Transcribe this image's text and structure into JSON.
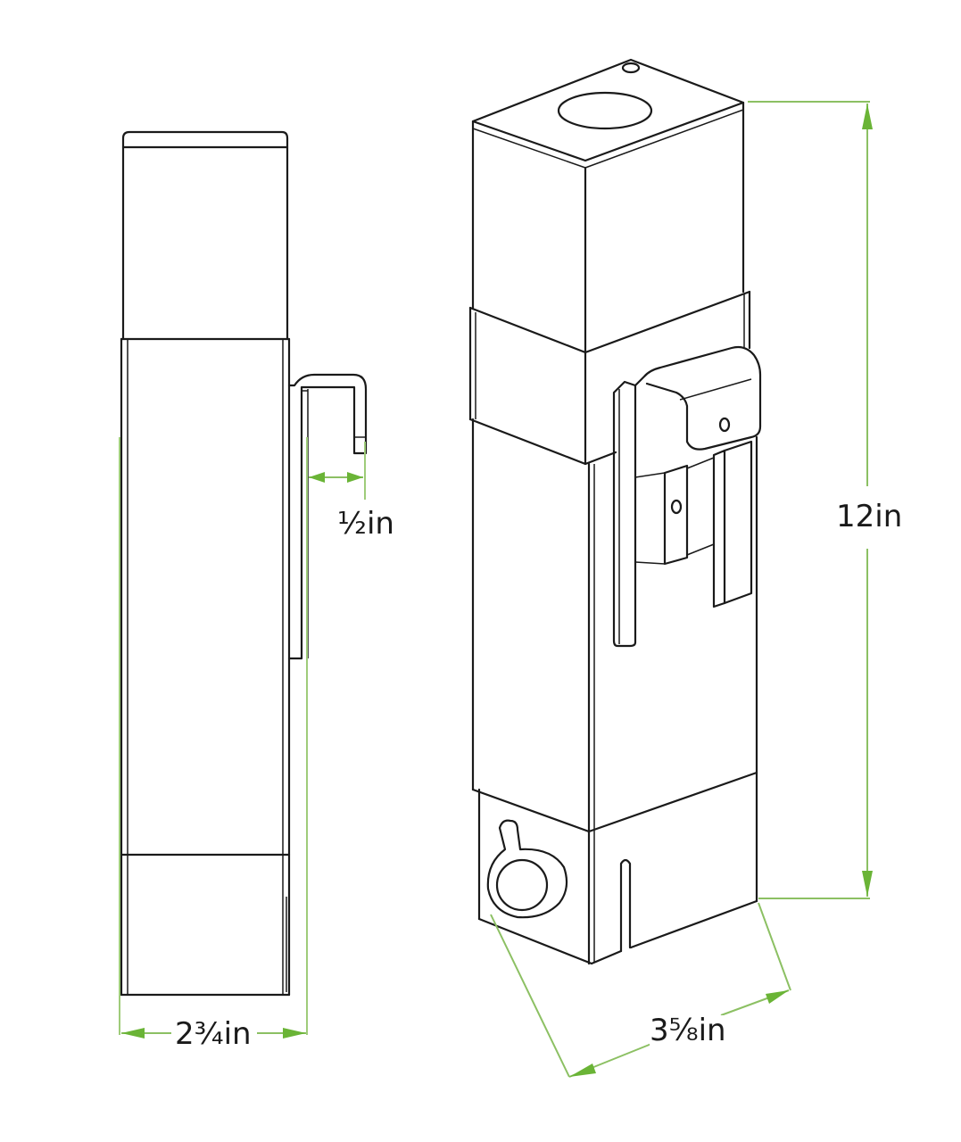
{
  "diagram": {
    "title": "",
    "views": [
      {
        "name": "side-view",
        "description": "Side elevation with hanging hook"
      },
      {
        "name": "isometric-view",
        "description": "Isometric view of square column with clip bracket and keyhole slot"
      }
    ],
    "dimensions": {
      "hook_depth": {
        "label": "½in",
        "value": 0.5,
        "unit": "in"
      },
      "side_width": {
        "label": "2¾in",
        "value": 2.75,
        "unit": "in"
      },
      "height": {
        "label": "12in",
        "value": 12,
        "unit": "in"
      },
      "face_width": {
        "label": "3⅝in",
        "value": 3.625,
        "unit": "in"
      }
    },
    "colors": {
      "outline": "#1a1a1a",
      "dimension_line": "#8cc063",
      "arrowhead": "#6ab436",
      "background": "#ffffff"
    }
  }
}
